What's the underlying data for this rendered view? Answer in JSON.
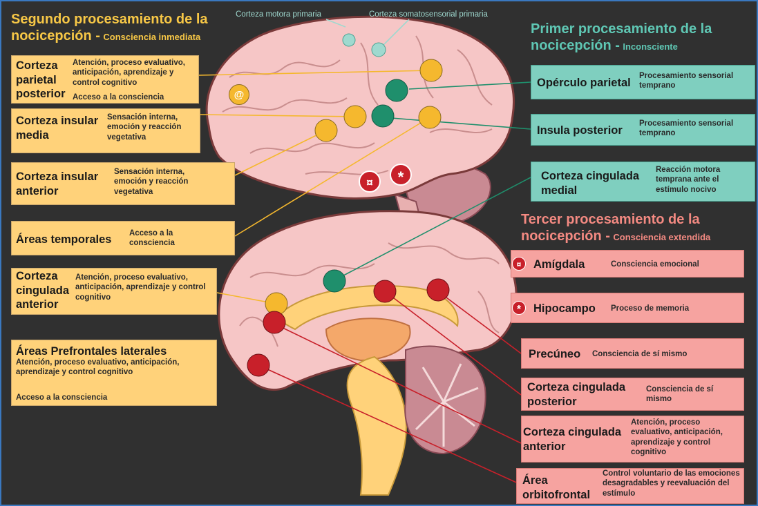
{
  "colors": {
    "background": "#303030",
    "frame": "#3a78c0",
    "yellow": "#ffd27a",
    "yellow_dot": "#f5b82e",
    "teal": "#7fcfbf",
    "teal_dot": "#1f8f6c",
    "pink": "#f6a3a0",
    "red_dot": "#c8202a",
    "brain": "#f6c6c6",
    "cerebellum": "#c98a93"
  },
  "top_labels": {
    "motor": "Corteza motora primaria",
    "somatosensory": "Corteza somatosensorial primaria"
  },
  "second": {
    "title": "Segundo procesamiento de la nocicepción - ",
    "title_line1": "Segundo procesamiento de la",
    "title_line2": "nocicepción -",
    "subtitle": "Consciencia inmediata",
    "boxes": [
      {
        "head": "Corteza parietal posterior",
        "desc": "Atención, proceso evaluativo, anticipación, aprendizaje y control cognitivo",
        "extra": "Acceso a la consciencia"
      },
      {
        "head": "Corteza insular media",
        "desc": "Sensación interna, emoción y reacción vegetativa"
      },
      {
        "head": "Corteza insular anterior",
        "desc": "Sensación interna, emoción y reacción vegetativa"
      },
      {
        "head": "Áreas temporales",
        "desc": "Acceso a la consciencia"
      },
      {
        "head": "Corteza cingulada anterior",
        "desc": "Atención, proceso evaluativo, anticipación, aprendizaje y control cognitivo"
      },
      {
        "head": "Áreas Prefrontales laterales",
        "desc": "Atención, proceso evaluativo, anticipación, aprendizaje y control cognitivo",
        "extra": "Acceso a la consciencia"
      }
    ],
    "symbol": "@"
  },
  "first": {
    "title_line1": "Primer procesamiento de la",
    "title_line2": "nocicepción -",
    "subtitle": "Inconsciente",
    "boxes": [
      {
        "head": "Opérculo parietal",
        "desc": "Procesamiento sensorial temprano"
      },
      {
        "head": "Insula posterior",
        "desc": "Procesamiento sensorial temprano"
      },
      {
        "head": "Corteza cingulada medial",
        "desc": "Reacción motora temprana ante el estímulo nocivo"
      }
    ]
  },
  "third": {
    "title_line1": "Tercer procesamiento de la",
    "title_line2": "nocicepción -",
    "subtitle": "Consciencia extendida",
    "boxes": [
      {
        "head": "Amígdala",
        "desc": "Consciencia emocional",
        "symbol": "¤"
      },
      {
        "head": "Hipocampo",
        "desc": "Proceso de memoria",
        "symbol": "*"
      },
      {
        "head": "Precúneo",
        "desc": "Consciencia de sí mismo"
      },
      {
        "head": "Corteza cingulada posterior",
        "desc": "Consciencia de sí mismo"
      },
      {
        "head": "Corteza cingulada anterior",
        "desc": "Atención, proceso evaluativo, anticipación, aprendizaje y control cognitivo"
      },
      {
        "head": "Área orbitofrontal",
        "desc": "Control voluntario de las emociones desagradables y reevaluación del estímulo"
      }
    ]
  }
}
